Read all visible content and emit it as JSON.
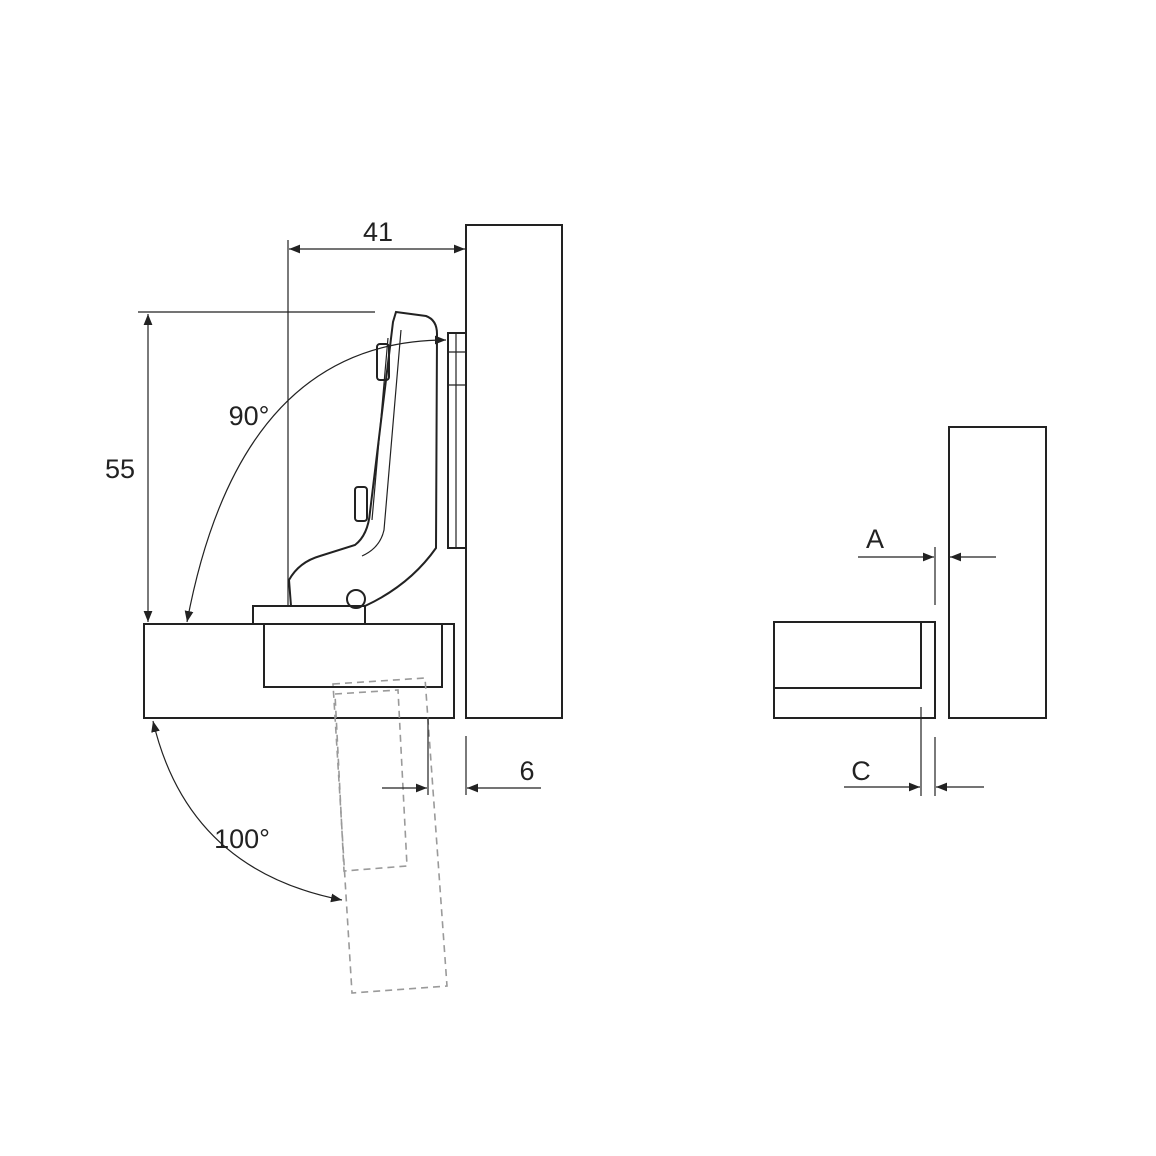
{
  "labels": {
    "dim_41": "41",
    "dim_55": "55",
    "angle_90": "90°",
    "angle_100": "100°",
    "dim_6": "6",
    "dim_A": "A",
    "dim_C": "C"
  }
}
